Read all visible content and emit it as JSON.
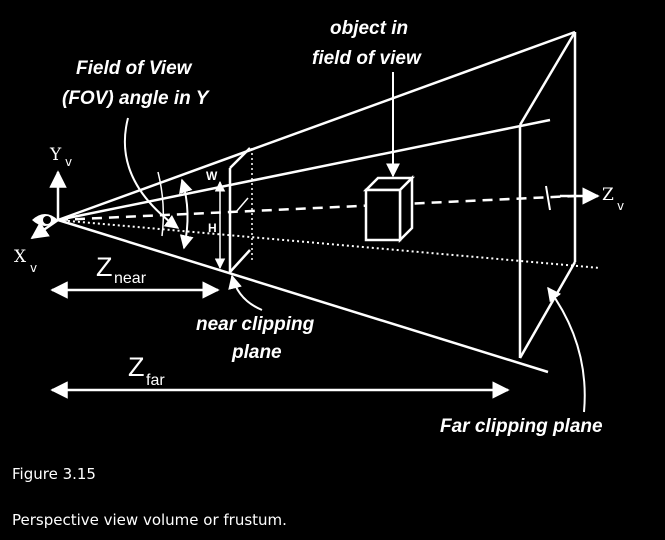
{
  "diagram": {
    "labels": {
      "fov_line1": "Field of View",
      "fov_line2": "(FOV) angle in Y",
      "object_line1": "object in",
      "object_line2": "field of view",
      "near_line1": "near clipping",
      "near_line2": "plane",
      "far": "Far clipping plane",
      "axis_y": "Y",
      "axis_y_sub": "v",
      "axis_x": "X",
      "axis_x_sub": "v",
      "axis_z": "Z",
      "axis_z_sub": "v",
      "znear": "Z",
      "znear_sub": "near",
      "zfar": "Z",
      "zfar_sub": "far",
      "w": "W",
      "h": "H"
    }
  },
  "caption": {
    "figure_number": "Figure 3.15",
    "description": "Perspective view volume or frustum."
  },
  "colors": {
    "background": "#000000",
    "foreground": "#ffffff"
  }
}
